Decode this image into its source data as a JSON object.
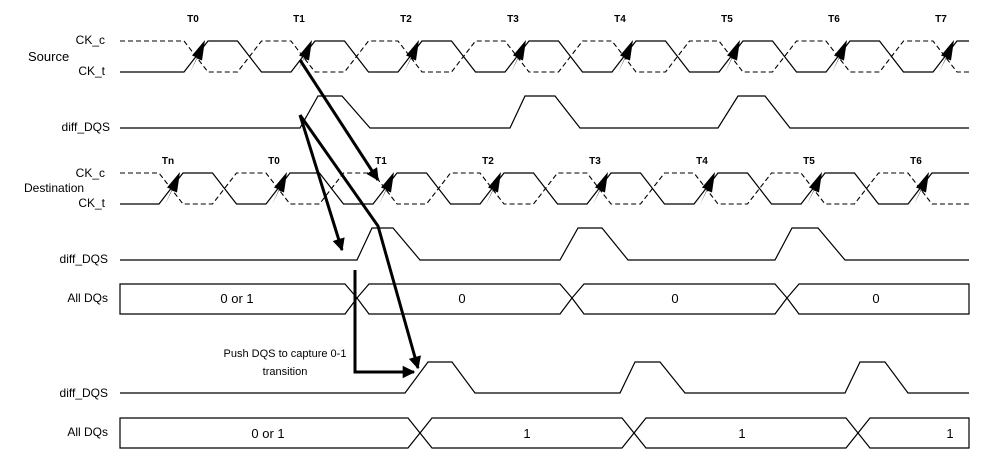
{
  "labels": {
    "source": "Source",
    "destination": "Destination",
    "ck_c": "CK_c",
    "ck_t": "CK_t",
    "diff_dqs": "diff_DQS",
    "all_dqs": "All DQs"
  },
  "source_ticks": [
    "T0",
    "T1",
    "T2",
    "T3",
    "T4",
    "T5",
    "T6",
    "T7"
  ],
  "destination_ticks": [
    "Tn",
    "T0",
    "T1",
    "T2",
    "T3",
    "T4",
    "T5",
    "T6"
  ],
  "bus1_values": [
    "0 or 1",
    "0",
    "0",
    "0"
  ],
  "bus2_values": [
    "0 or 1",
    "1",
    "1",
    "1"
  ],
  "annotation": {
    "line1": "Push DQS to capture 0-1",
    "line2": "transition"
  }
}
